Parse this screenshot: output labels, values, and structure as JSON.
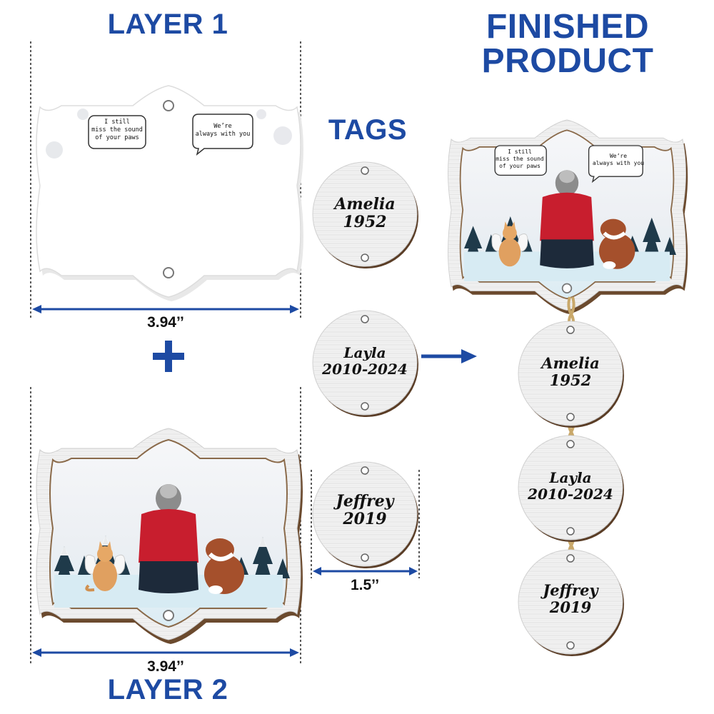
{
  "headings": {
    "layer1": "LAYER 1",
    "layer2": "LAYER 2",
    "tags": "TAGS",
    "finished_line1": "FINISHED",
    "finished_line2": "PRODUCT",
    "plus": "+"
  },
  "dimensions": {
    "layer_width": "3.94’’",
    "tag_width": "1.5’’"
  },
  "quotes": {
    "left": [
      "I still",
      "miss the sound",
      "of your paws"
    ],
    "right": [
      "We’re",
      "always with you"
    ]
  },
  "tags": [
    {
      "name": "Amelia",
      "year": "1952"
    },
    {
      "name": "Layla",
      "year": "2010-2024"
    },
    {
      "name": "Jeffrey",
      "year": "2019"
    }
  ],
  "colors": {
    "heading_blue": "#1d4aa3",
    "dimension_line": "#1d4aa3",
    "sweater_red": "#c81e2e",
    "wood_brown": "#6b4a2e",
    "sky": "#f3f5f8",
    "snow": "#dfeef5"
  }
}
